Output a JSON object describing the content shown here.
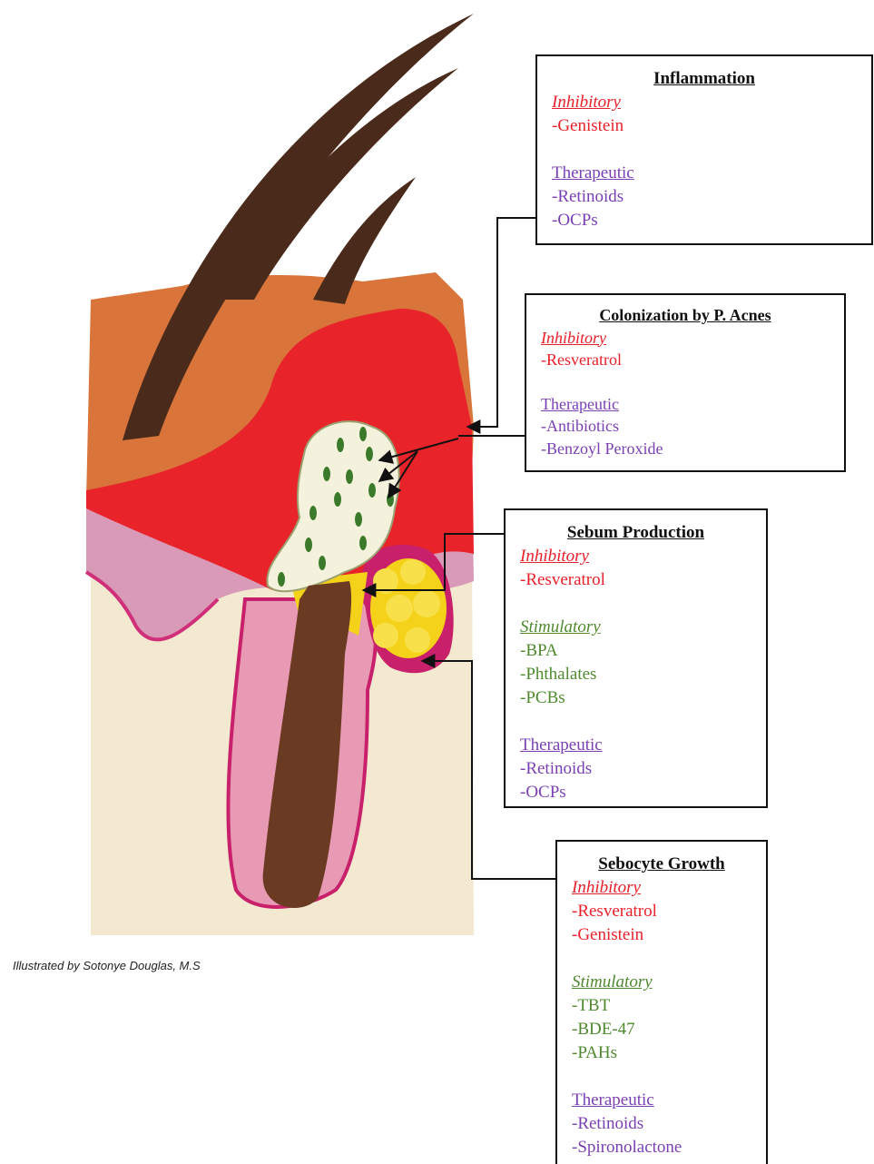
{
  "credit": "Illustrated by Sotonye Douglas, M.S",
  "boxes": {
    "inflammation": {
      "title": "Inflammation",
      "inhibitory_label": "Inhibitory",
      "inhibitory": [
        "-Genistein"
      ],
      "therapeutic_label": "Therapeutic",
      "therapeutic": [
        "-Retinoids",
        "-OCPs"
      ]
    },
    "colonization": {
      "title": "Colonization by P. Acnes",
      "inhibitory_label": "Inhibitory",
      "inhibitory": [
        "-Resveratrol"
      ],
      "therapeutic_label": "Therapeutic",
      "therapeutic": [
        "-Antibiotics",
        "-Benzoyl Peroxide"
      ]
    },
    "sebum": {
      "title": "Sebum Production",
      "inhibitory_label": "Inhibitory",
      "inhibitory": [
        "-Resveratrol"
      ],
      "stimulatory_label": "Stimulatory",
      "stimulatory": [
        "-BPA",
        "-Phthalates",
        "-PCBs"
      ],
      "therapeutic_label": "Therapeutic",
      "therapeutic": [
        "-Retinoids",
        "-OCPs"
      ]
    },
    "sebocyte": {
      "title": "Sebocyte Growth",
      "inhibitory_label": "Inhibitory",
      "inhibitory": [
        "-Resveratrol",
        "-Genistein"
      ],
      "stimulatory_label": "Stimulatory",
      "stimulatory": [
        "-TBT",
        "-BDE-47",
        "-PAHs"
      ],
      "therapeutic_label": "Therapeutic",
      "therapeutic": [
        "-Retinoids",
        "-Spironolactone"
      ]
    }
  },
  "colors": {
    "inhibitory": "#e8202a",
    "stimulatory": "#4f8a2f",
    "therapeutic": "#7a3fb5",
    "hair": "#4a2a1a",
    "inflamed_skin": "#e8232a",
    "epidermis": "#d9743a",
    "sebaceous_gland": "#f5d21a",
    "bacteria": "#3a7a2a"
  }
}
